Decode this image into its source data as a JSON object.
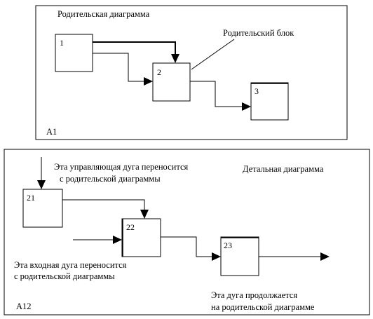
{
  "parent": {
    "title": "Родительская диаграмма",
    "node_label": "A1",
    "callout": "Родительский блок",
    "blocks": {
      "b1": "1",
      "b2": "2",
      "b3": "3"
    }
  },
  "detail": {
    "title": "Детальная диаграмма",
    "node_label": "A12",
    "blocks": {
      "b21": "21",
      "b22": "22",
      "b23": "23"
    },
    "notes": {
      "control": [
        "Эта управляющая дуга переносится",
        "с родительской диаграммы"
      ],
      "input": [
        "Эта входная дуга переносится",
        "с родительской диаграммы"
      ],
      "output": [
        "Эта дуга продолжается",
        "на родительской диаграмме"
      ]
    }
  }
}
